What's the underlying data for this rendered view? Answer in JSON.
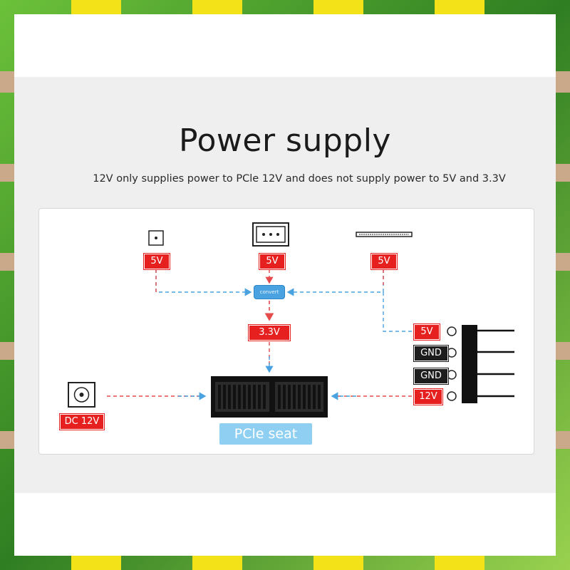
{
  "title": "Power supply",
  "subtitle": "12V only supplies power to PCle 12V and does not supply power to 5V and 3.3V",
  "diagram": {
    "sources": {
      "small_connector_label": "5V",
      "fan_header_label": "5V",
      "ribbon_connector_label": "5V",
      "dc_jack_label": "DC 12V"
    },
    "converter_label": "convert",
    "converter_output_label": "3.3V",
    "pcie_slot_label": "PCle seat",
    "molex_pins": [
      "5V",
      "GND",
      "GND",
      "12V"
    ]
  },
  "colors": {
    "tag_red": "#e5201e",
    "tag_black": "#1d1d1d",
    "arrow_red": "#e54b4b",
    "arrow_blue": "#4aa3e0",
    "pcie_label_bg": "#8fd0f2"
  }
}
